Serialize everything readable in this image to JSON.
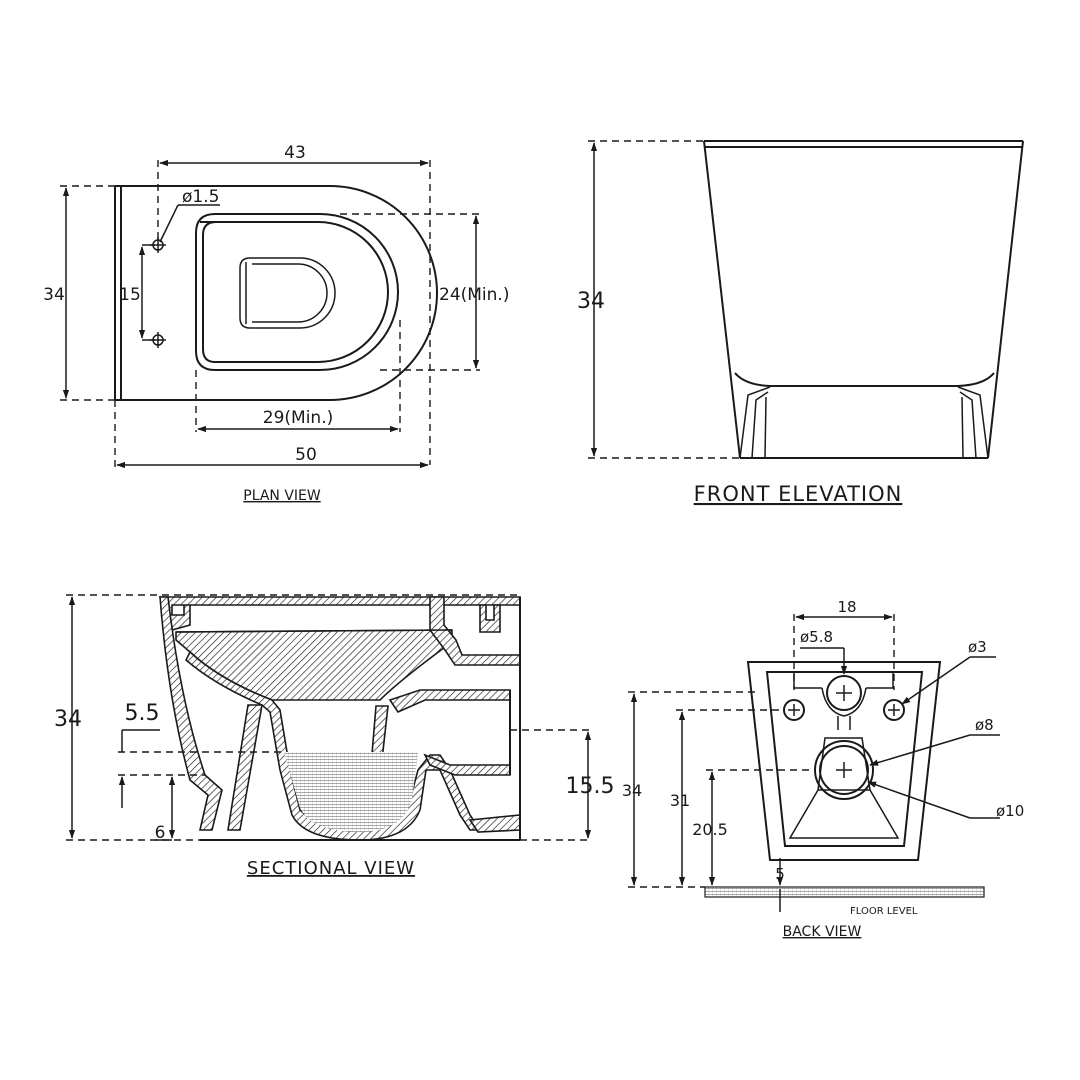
{
  "views": {
    "plan": {
      "title": "PLAN VIEW",
      "dims": {
        "top_width": "43",
        "hole_dia": "ø1.5",
        "height": "34",
        "hole_spacing": "15",
        "opening_depth": "24(Min.)",
        "opening_width": "29(Min.)",
        "overall_depth": "50"
      }
    },
    "front": {
      "title": "FRONT ELEVATION",
      "dims": {
        "height": "34"
      }
    },
    "section": {
      "title": "SECTIONAL VIEW",
      "dims": {
        "height": "34",
        "water_depth": "5.5",
        "trap_height": "15.5",
        "floor_offset": "6"
      }
    },
    "back": {
      "title": "BACK VIEW",
      "floor_label": "FLOOR LEVEL",
      "dims": {
        "width": "18",
        "inlet_dia": "ø5.8",
        "fixing_dia": "ø3",
        "outlet_dia": "ø8",
        "outlet_outer_dia": "ø10",
        "height": "34",
        "fixing_height": "31",
        "outlet_height": "20.5",
        "base_offset": "5"
      }
    }
  }
}
